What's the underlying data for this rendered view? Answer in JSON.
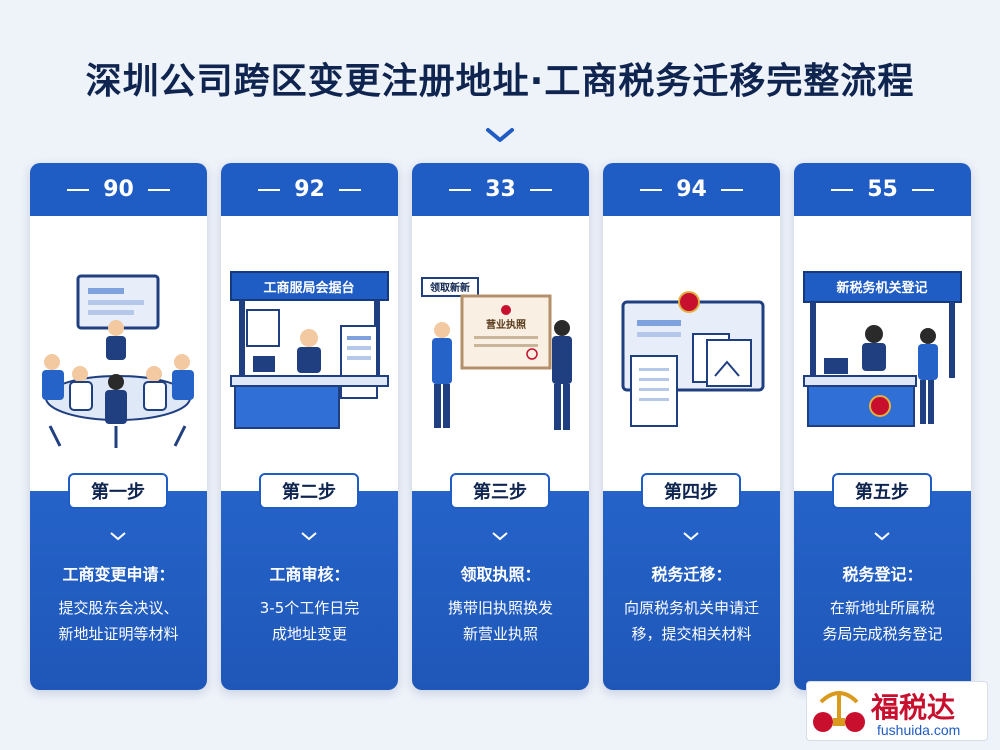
{
  "title": "深圳公司跨区变更注册地址·工商税务迁移完整流程",
  "steps": [
    {
      "number": "90",
      "sign": "",
      "badge": "第一步",
      "heading": "工商变更申请：",
      "desc": [
        "提交股东会决议、",
        "新地址证明等材料"
      ]
    },
    {
      "number": "92",
      "sign": "工商服局会据台",
      "badge": "第二步",
      "heading": "工商审核：",
      "desc": [
        "3-5个工作日完",
        "成地址变更"
      ]
    },
    {
      "number": "33",
      "sign": "领取新新",
      "license": "营业执照",
      "badge": "第三步",
      "heading": "领取执照：",
      "desc": [
        "携带旧执照换发",
        "新营业执照"
      ]
    },
    {
      "number": "94",
      "sign": "",
      "badge": "第四步",
      "heading": "税务迁移：",
      "desc": [
        "向原税务机关申请迁",
        "移，提交相关材料"
      ]
    },
    {
      "number": "55",
      "sign": "新税务机关登记",
      "badge": "第五步",
      "heading": "税务登记：",
      "desc": [
        "在新地址所属税",
        "务局完成税务登记"
      ]
    }
  ],
  "logo": {
    "text": "福税达",
    "url": "fushuida.com"
  },
  "colors": {
    "primary": "#1f5cc4",
    "title": "#0f2550",
    "background": "#eef2f9"
  }
}
